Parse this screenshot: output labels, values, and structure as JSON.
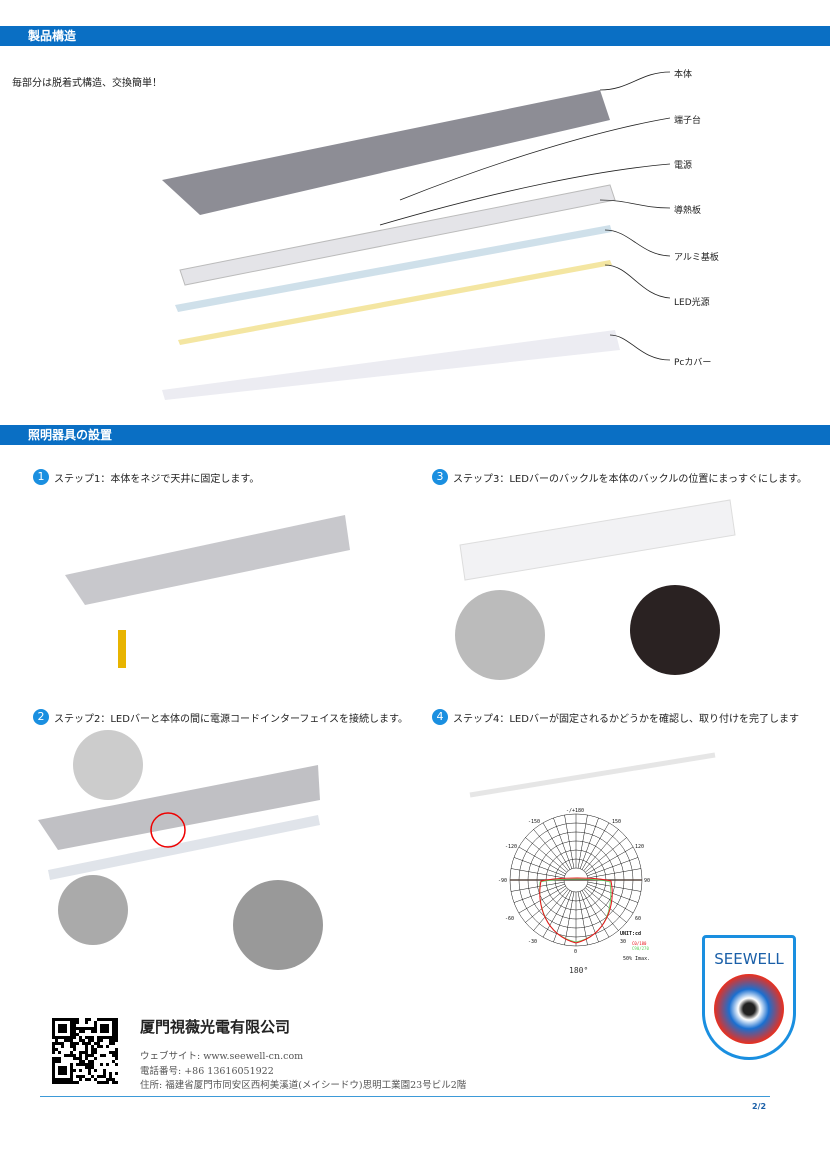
{
  "section1": {
    "title": "製品構造",
    "tagline": "毎部分は脱着式構造、交換簡単！",
    "parts": [
      "本体",
      "端子台",
      "電源",
      "導熱板",
      "アルミ基板",
      "LED光源",
      "Pcカバー"
    ]
  },
  "section2": {
    "title": "照明器具の設置",
    "steps": [
      {
        "num": "1",
        "text": "ステップ1：本体をネジで天井に固定します。"
      },
      {
        "num": "2",
        "text": "ステップ2：LEDバーと本体の間に電源コードインターフェイスを接続します。"
      },
      {
        "num": "3",
        "text": "ステップ3：LEDバーのバックルを本体のバックルの位置にまっすぐにします。"
      },
      {
        "num": "4",
        "text": "ステップ4：LEDバーが固定されるかどうかを確認し、取り付けを完了します"
      }
    ]
  },
  "polar": {
    "angles": [
      "-/+180",
      "150",
      "120",
      "90",
      "60",
      "30",
      "0",
      "-30",
      "-60",
      "-90",
      "-120",
      "-150"
    ],
    "unit": "UNIT:cd",
    "legend": [
      "C0/180",
      "C90/270"
    ],
    "colors": [
      "#e8141a",
      "#5ad25a"
    ],
    "note": "50% Imax.",
    "caption": "180°"
  },
  "brand": {
    "logo_text": "SEEWELL"
  },
  "footer": {
    "company": "厦門視薇光電有限公司",
    "website": "ウェブサイト: www.seewell-cn.com",
    "phone": "電話番号: +86 13616051922",
    "address": "住所: 福建省厦門市同安区西柯美溪道(メイシードウ)思明工業園23号ビル2階",
    "page": "2/2"
  },
  "colors": {
    "accent": "#0a6fc4"
  }
}
